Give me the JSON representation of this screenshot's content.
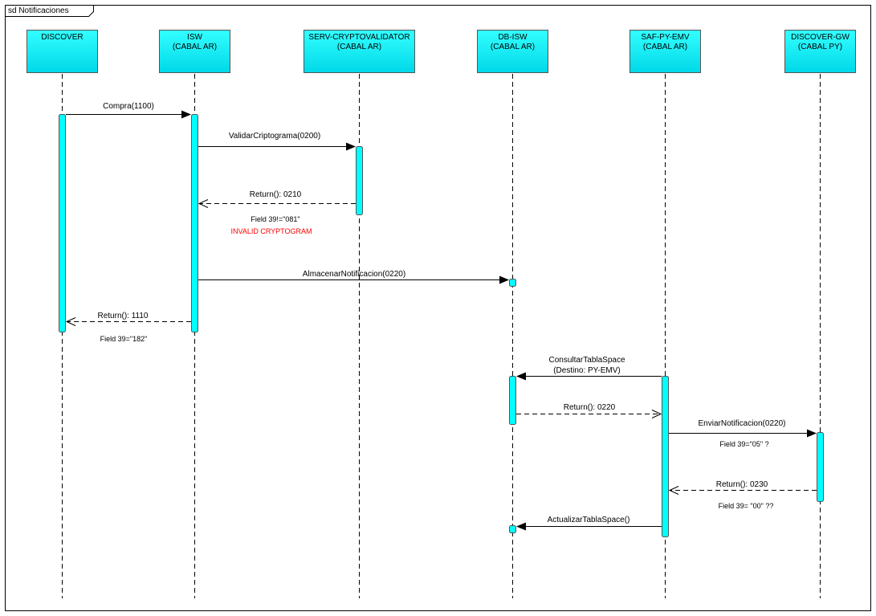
{
  "frame": {
    "label": "sd Notificaciones"
  },
  "colors": {
    "lifeline_fill": "#00ffff",
    "lifeline_fill_dark": "#00c8d8",
    "line": "#000000",
    "error_text": "#ff0000"
  },
  "lifelines": [
    {
      "id": "discover",
      "line1": "DISCOVER",
      "line2": ""
    },
    {
      "id": "isw",
      "line1": "ISW",
      "line2": "(CABAL AR)"
    },
    {
      "id": "cryptovalidator",
      "line1": "SERV-CRYPTOVALIDATOR",
      "line2": "(CABAL AR)"
    },
    {
      "id": "dbisw",
      "line1": "DB-ISW",
      "line2": "(CABAL AR)"
    },
    {
      "id": "saf",
      "line1": "SAF-PY-EMV",
      "line2": "(CABAL AR)"
    },
    {
      "id": "discovergw",
      "line1": "DISCOVER-GW",
      "line2": "(CABAL PY)"
    }
  ],
  "messages": [
    {
      "id": "m1",
      "from": "discover",
      "to": "isw",
      "kind": "sync",
      "line1": "Compra(1100)",
      "line2": ""
    },
    {
      "id": "m2",
      "from": "isw",
      "to": "cryptovalidator",
      "kind": "sync",
      "line1": "ValidarCriptograma(0200)",
      "line2": ""
    },
    {
      "id": "m3",
      "from": "cryptovalidator",
      "to": "isw",
      "kind": "return",
      "line1": "Return(): 0210",
      "line2": ""
    },
    {
      "id": "m4",
      "from": "isw",
      "to": "dbisw",
      "kind": "sync",
      "line1": "AlmacenarNotificacion(0220)",
      "line2": ""
    },
    {
      "id": "m5",
      "from": "isw",
      "to": "discover",
      "kind": "return",
      "line1": "Return(): 1110",
      "line2": ""
    },
    {
      "id": "m6",
      "from": "saf",
      "to": "dbisw",
      "kind": "sync",
      "line1": "ConsultarTablaSpace",
      "line2": "(Destino: PY-EMV)"
    },
    {
      "id": "m7",
      "from": "dbisw",
      "to": "saf",
      "kind": "return",
      "line1": "Return(): 0220",
      "line2": ""
    },
    {
      "id": "m8",
      "from": "saf",
      "to": "discovergw",
      "kind": "sync",
      "line1": "EnviarNotificacion(0220)",
      "line2": ""
    },
    {
      "id": "m9",
      "from": "discovergw",
      "to": "saf",
      "kind": "return",
      "line1": "Return(): 0230",
      "line2": ""
    },
    {
      "id": "m10",
      "from": "saf",
      "to": "dbisw",
      "kind": "sync",
      "line1": "ActualizarTablaSpace()",
      "line2": ""
    }
  ],
  "notes": [
    {
      "id": "n1",
      "text": "Field 39!=\"081\"",
      "color": "#000000"
    },
    {
      "id": "n2",
      "text": "INVALID CRYPTOGRAM",
      "color": "#ff0000"
    },
    {
      "id": "n3",
      "text": "Field 39=\"182\"",
      "color": "#000000"
    },
    {
      "id": "n4",
      "text": "Field 39=\"05\" ?",
      "color": "#000000"
    },
    {
      "id": "n5",
      "text": "Field 39= \"00\" ??",
      "color": "#000000"
    }
  ]
}
